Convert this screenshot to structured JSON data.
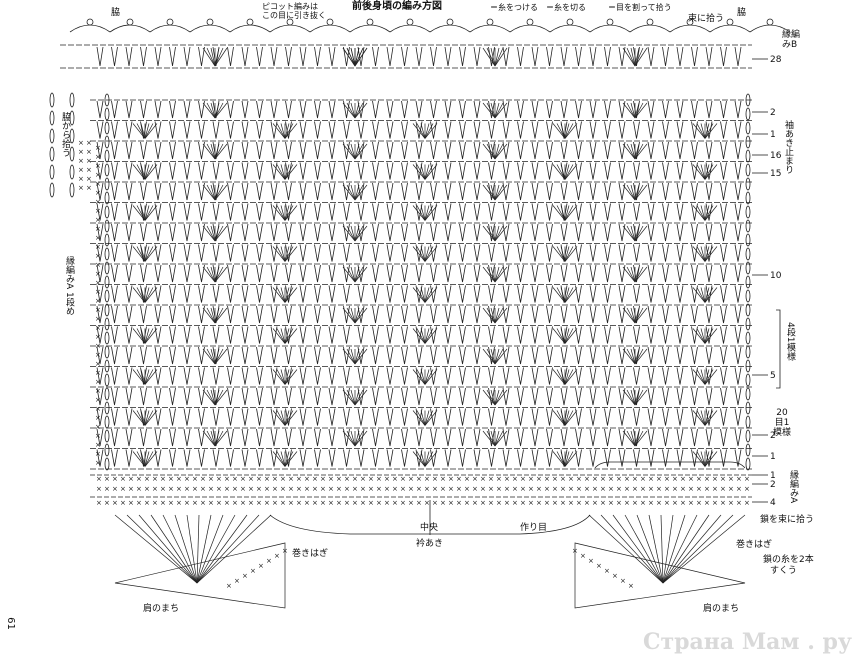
{
  "header": {
    "title": "前後身頃の編み方図",
    "side_left": "脇",
    "side_right": "脇",
    "picot_note_1": "ピコット編みは",
    "picot_note_2": "この目に引き抜く",
    "legend_attach": "＝糸をつける",
    "legend_cut": "＝糸を切る",
    "legend_split": "＝目を割って拾う",
    "bundle_pick": "束に拾う"
  },
  "left_side": {
    "pick_from_side": "脇から拾う",
    "edge_a_row1": "縁編みA 1段め"
  },
  "right_side": {
    "edge_b": "縁編みB",
    "row_28": "28",
    "row_2_top": "2",
    "row_1_top": "1",
    "sleeve_stop": "袖あき止まり",
    "row_16": "16",
    "row_15": "15",
    "row_10": "10",
    "repeat_note": "4段1模様",
    "row_5": "5",
    "pattern_20": "20目1模様",
    "row_2": "2",
    "row_1": "1",
    "edge_a_1": "1",
    "edge_a_2": "2",
    "edge_a_label": "縁編みA",
    "edge_a_4": "4",
    "bundle_chain": "鎖を束に拾う",
    "whip_right": "巻きはぎ",
    "scoop_2": "鎖の糸を2本",
    "scoop_2b": "すくう"
  },
  "bottom": {
    "center": "中央",
    "start": "作り目",
    "neck": "衿あき",
    "whip_left": "巻きはぎ",
    "shoulder_left": "肩のまち",
    "shoulder_right": "肩のまち"
  },
  "page_number": "61",
  "watermark": "Страна Мам . ру"
}
